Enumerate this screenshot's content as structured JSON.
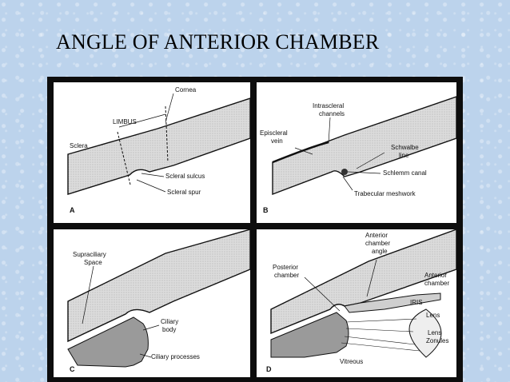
{
  "slide": {
    "title": "ANGLE OF ANTERIOR CHAMBER"
  },
  "panel_a": {
    "letter": "A",
    "cornea": "Cornea",
    "limbus": "LIMBUS",
    "sclera": "Sclera",
    "scleral_sulcus": "Scleral sulcus",
    "scleral_spur": "Scleral spur"
  },
  "panel_b": {
    "letter": "B",
    "intrascleral_1": "Intrascleral",
    "intrascleral_2": "channels",
    "episcleral_1": "Episcleral",
    "episcleral_2": "vein",
    "schwalbe_1": "Schwalbe",
    "schwalbe_2": "line",
    "schlemm": "Schlemm canal",
    "trabecular": "Trabecular meshwork"
  },
  "panel_c": {
    "letter": "C",
    "supraciliary_1": "Supraciliary",
    "supraciliary_2": "Space",
    "ciliary_body_1": "Ciliary",
    "ciliary_body_2": "body",
    "ciliary_processes": "Ciliary processes"
  },
  "panel_d": {
    "letter": "D",
    "ac_angle_1": "Anterior",
    "ac_angle_2": "chamber",
    "ac_angle_3": "angle",
    "posterior_1": "Posterior",
    "posterior_2": "chamber",
    "anterior_1": "Anterior",
    "anterior_2": "chamber",
    "iris": "IRIS",
    "lens": "Lens",
    "lens_zonules_1": "Lens",
    "lens_zonules_2": "Zonules",
    "vitreous": "Vitreous"
  }
}
